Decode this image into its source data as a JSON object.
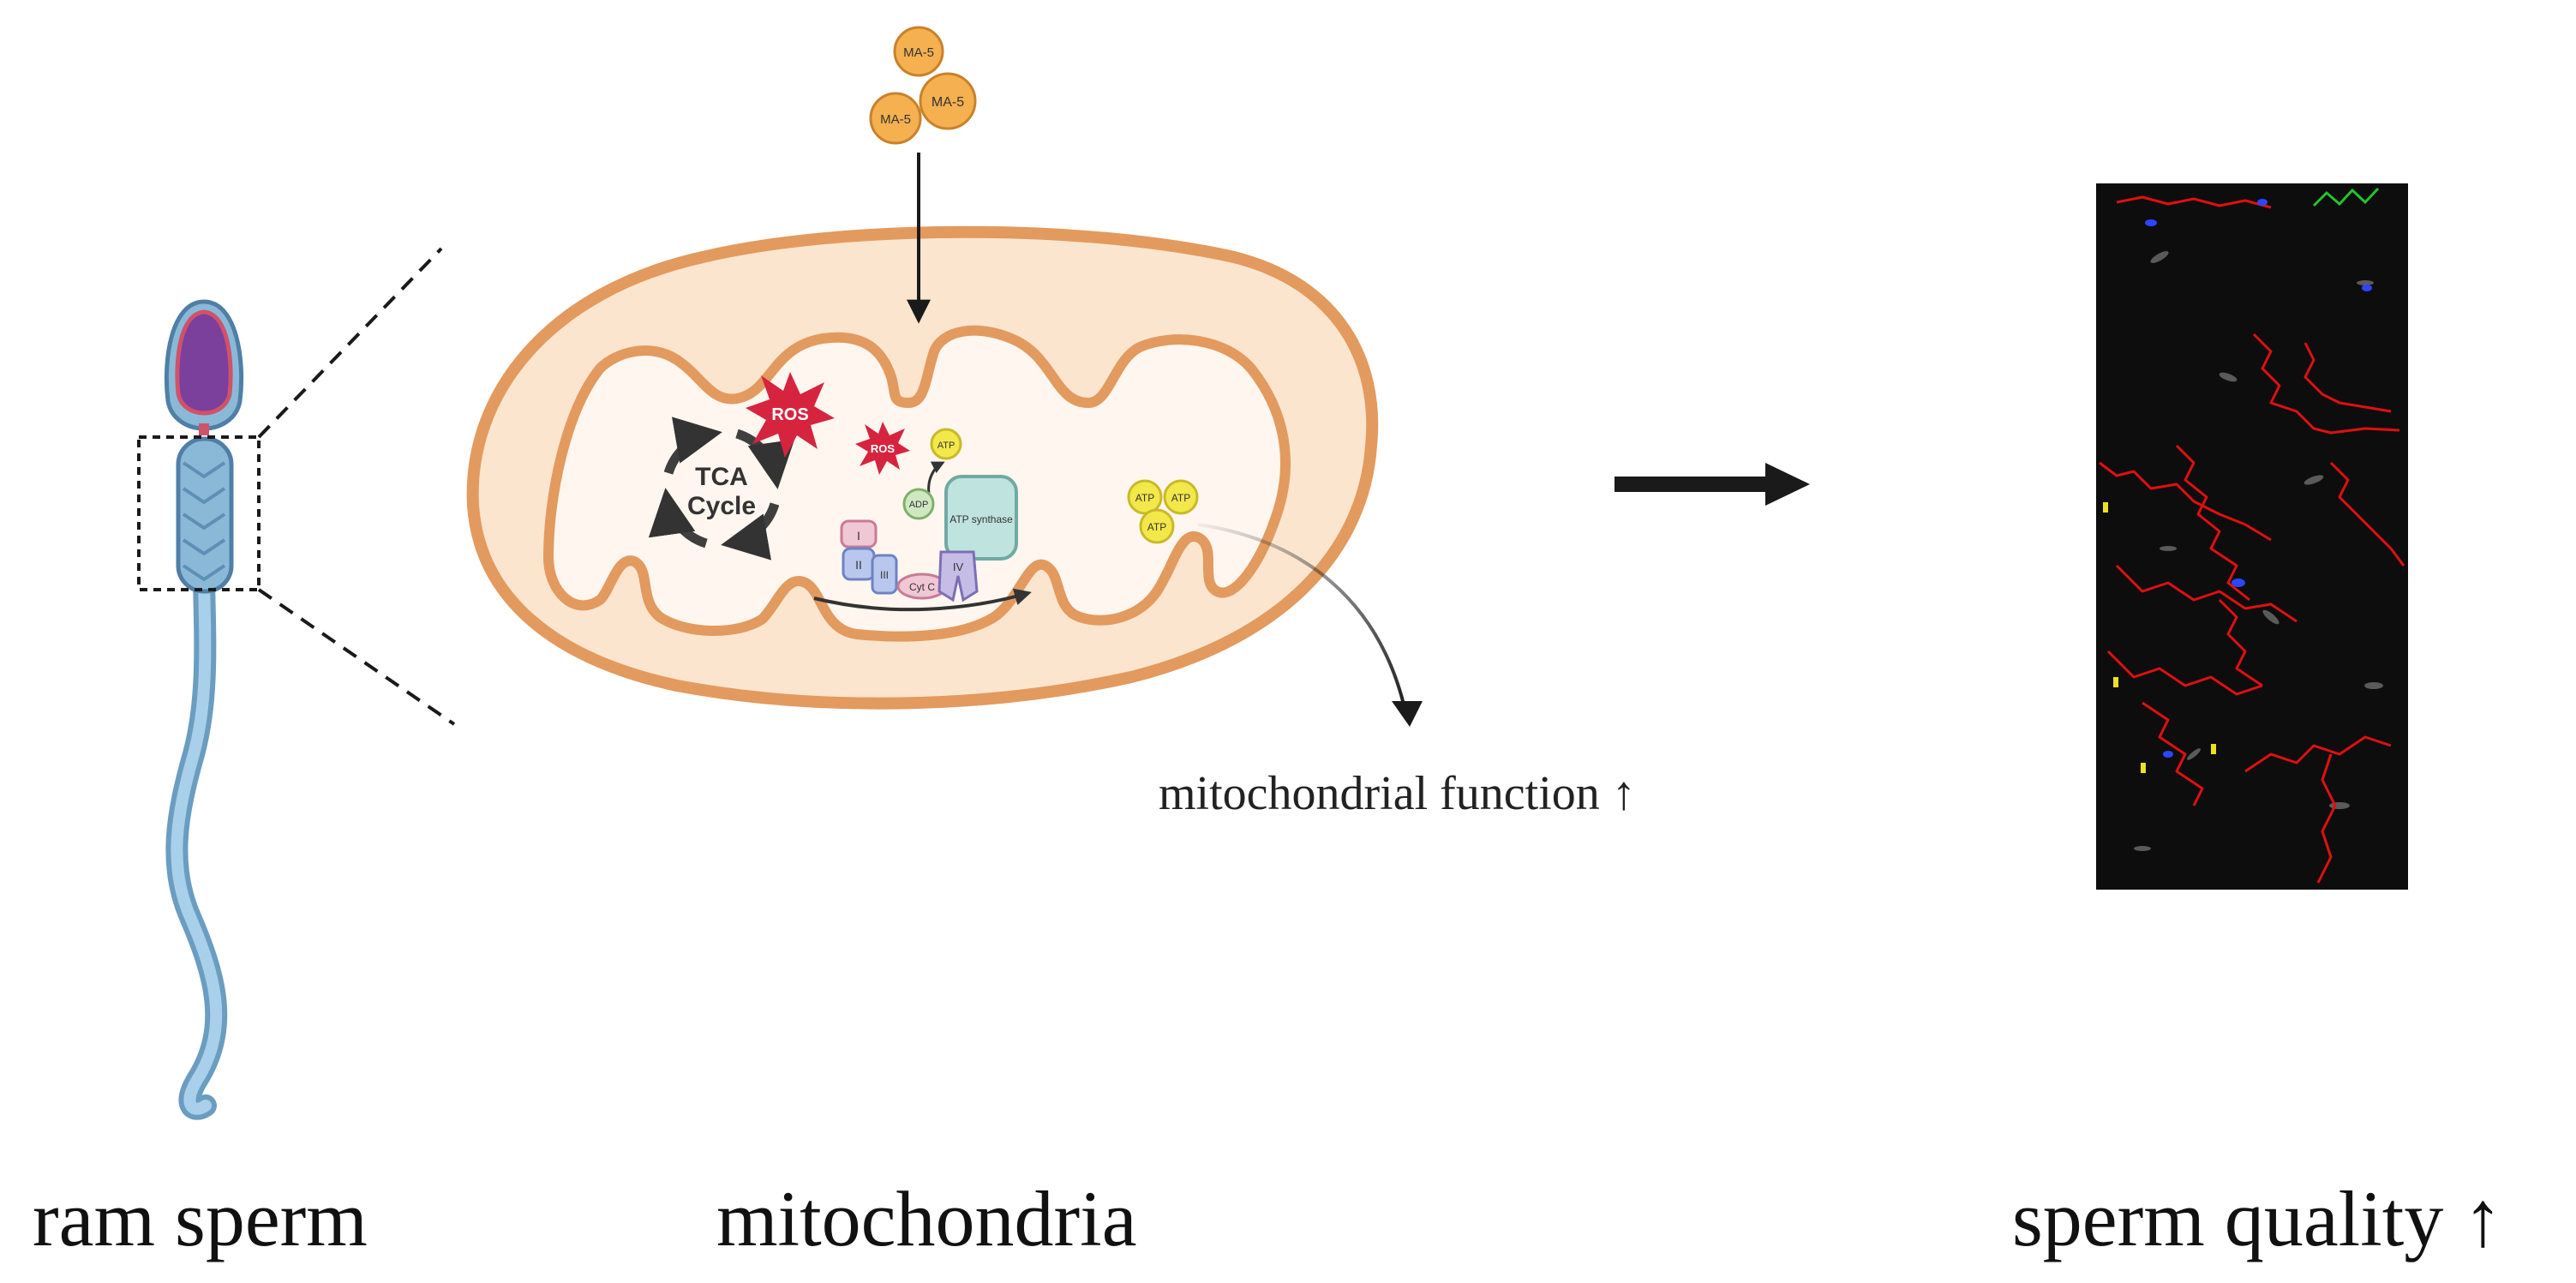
{
  "captions": {
    "ram_sperm": "ram sperm",
    "mitochondria": "mitochondria",
    "sperm_quality": "sperm quality ↑"
  },
  "outcome_label": "mitochondrial function ↑",
  "molecule_labels": {
    "ma5": "MA-5",
    "ros": "ROS",
    "atp": "ATP",
    "tca_line1": "TCA",
    "tca_line2": "Cycle",
    "complex_1": "I",
    "complex_2": "II",
    "complex_3": "III",
    "complex_4": "IV",
    "cytc": "Cyt C",
    "atp_synthase": "ATP synthase",
    "adp": "ADP"
  },
  "colors": {
    "membrane": "#e39a5e",
    "matrix": "#fde6d0",
    "ma5_fill": "#f5b04f",
    "ros_fill": "#d6243f",
    "atp_fill": "#f3e84a",
    "casa_background": "#0d0d0d",
    "track_red": "#e00f0f",
    "track_green": "#22c32a",
    "sperm_body": "#8ab9d8",
    "sperm_head": "#7b3f9c"
  },
  "icons": [
    "sperm-icon",
    "mitochondrion-icon",
    "ros-burst-icon",
    "tca-cycle-icon",
    "casa-micrograph"
  ]
}
